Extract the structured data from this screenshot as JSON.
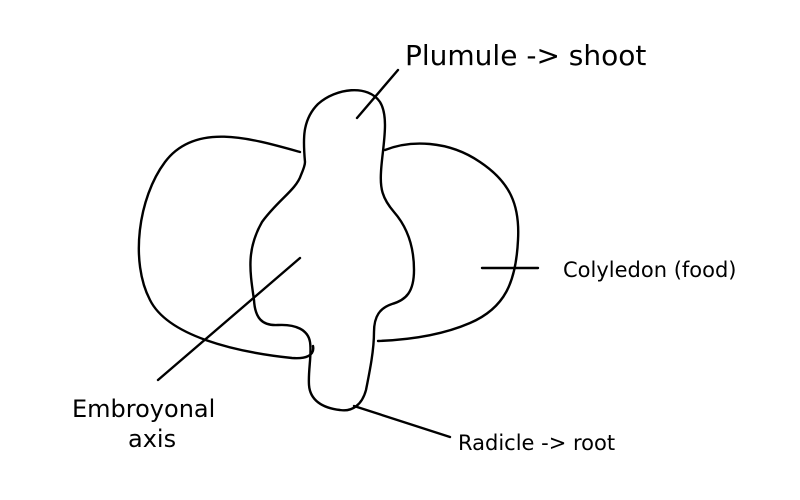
{
  "diagram": {
    "labels": {
      "plumule": "Plumule -> shoot",
      "cotyledon": "Colyledon (food)",
      "embryonal_line1": "Embroyonal",
      "embryonal_line2": "axis",
      "radicle": "Radicle -> root"
    },
    "colors": {
      "stroke": "#000000",
      "background": "#ffffff"
    }
  }
}
